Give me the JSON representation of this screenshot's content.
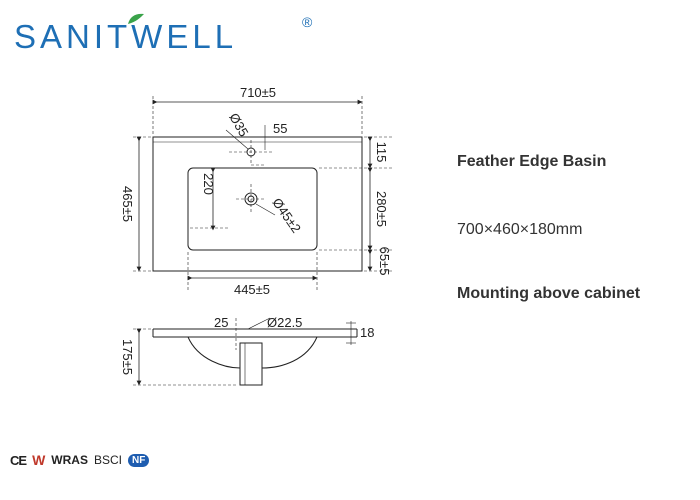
{
  "brand": {
    "name": "SANITWELL",
    "registered_mark": "®",
    "color": "#1e6fb5",
    "leaf_color": "#3aa34a"
  },
  "product": {
    "title": "Feather Edge Basin",
    "dimensions": "700×460×180mm",
    "mounting": "Mounting above cabinet"
  },
  "drawing": {
    "top_view": {
      "overall_width": "710±5",
      "overall_depth": "465±5",
      "tap_hole": "Ø35",
      "tap_offset": "55",
      "back_margin": "115",
      "bowl_depth": "280±5",
      "front_margin": "65±5",
      "bowl_side": "220",
      "drain": "Ø45±2",
      "bowl_width": "445±5"
    },
    "side_view": {
      "height": "175±5",
      "rim": "18",
      "overflow_offset": "25",
      "overflow_hole": "Ø22.5"
    }
  },
  "certifications": [
    "CE",
    "W",
    "WRAS",
    "BSCI",
    "NF"
  ]
}
